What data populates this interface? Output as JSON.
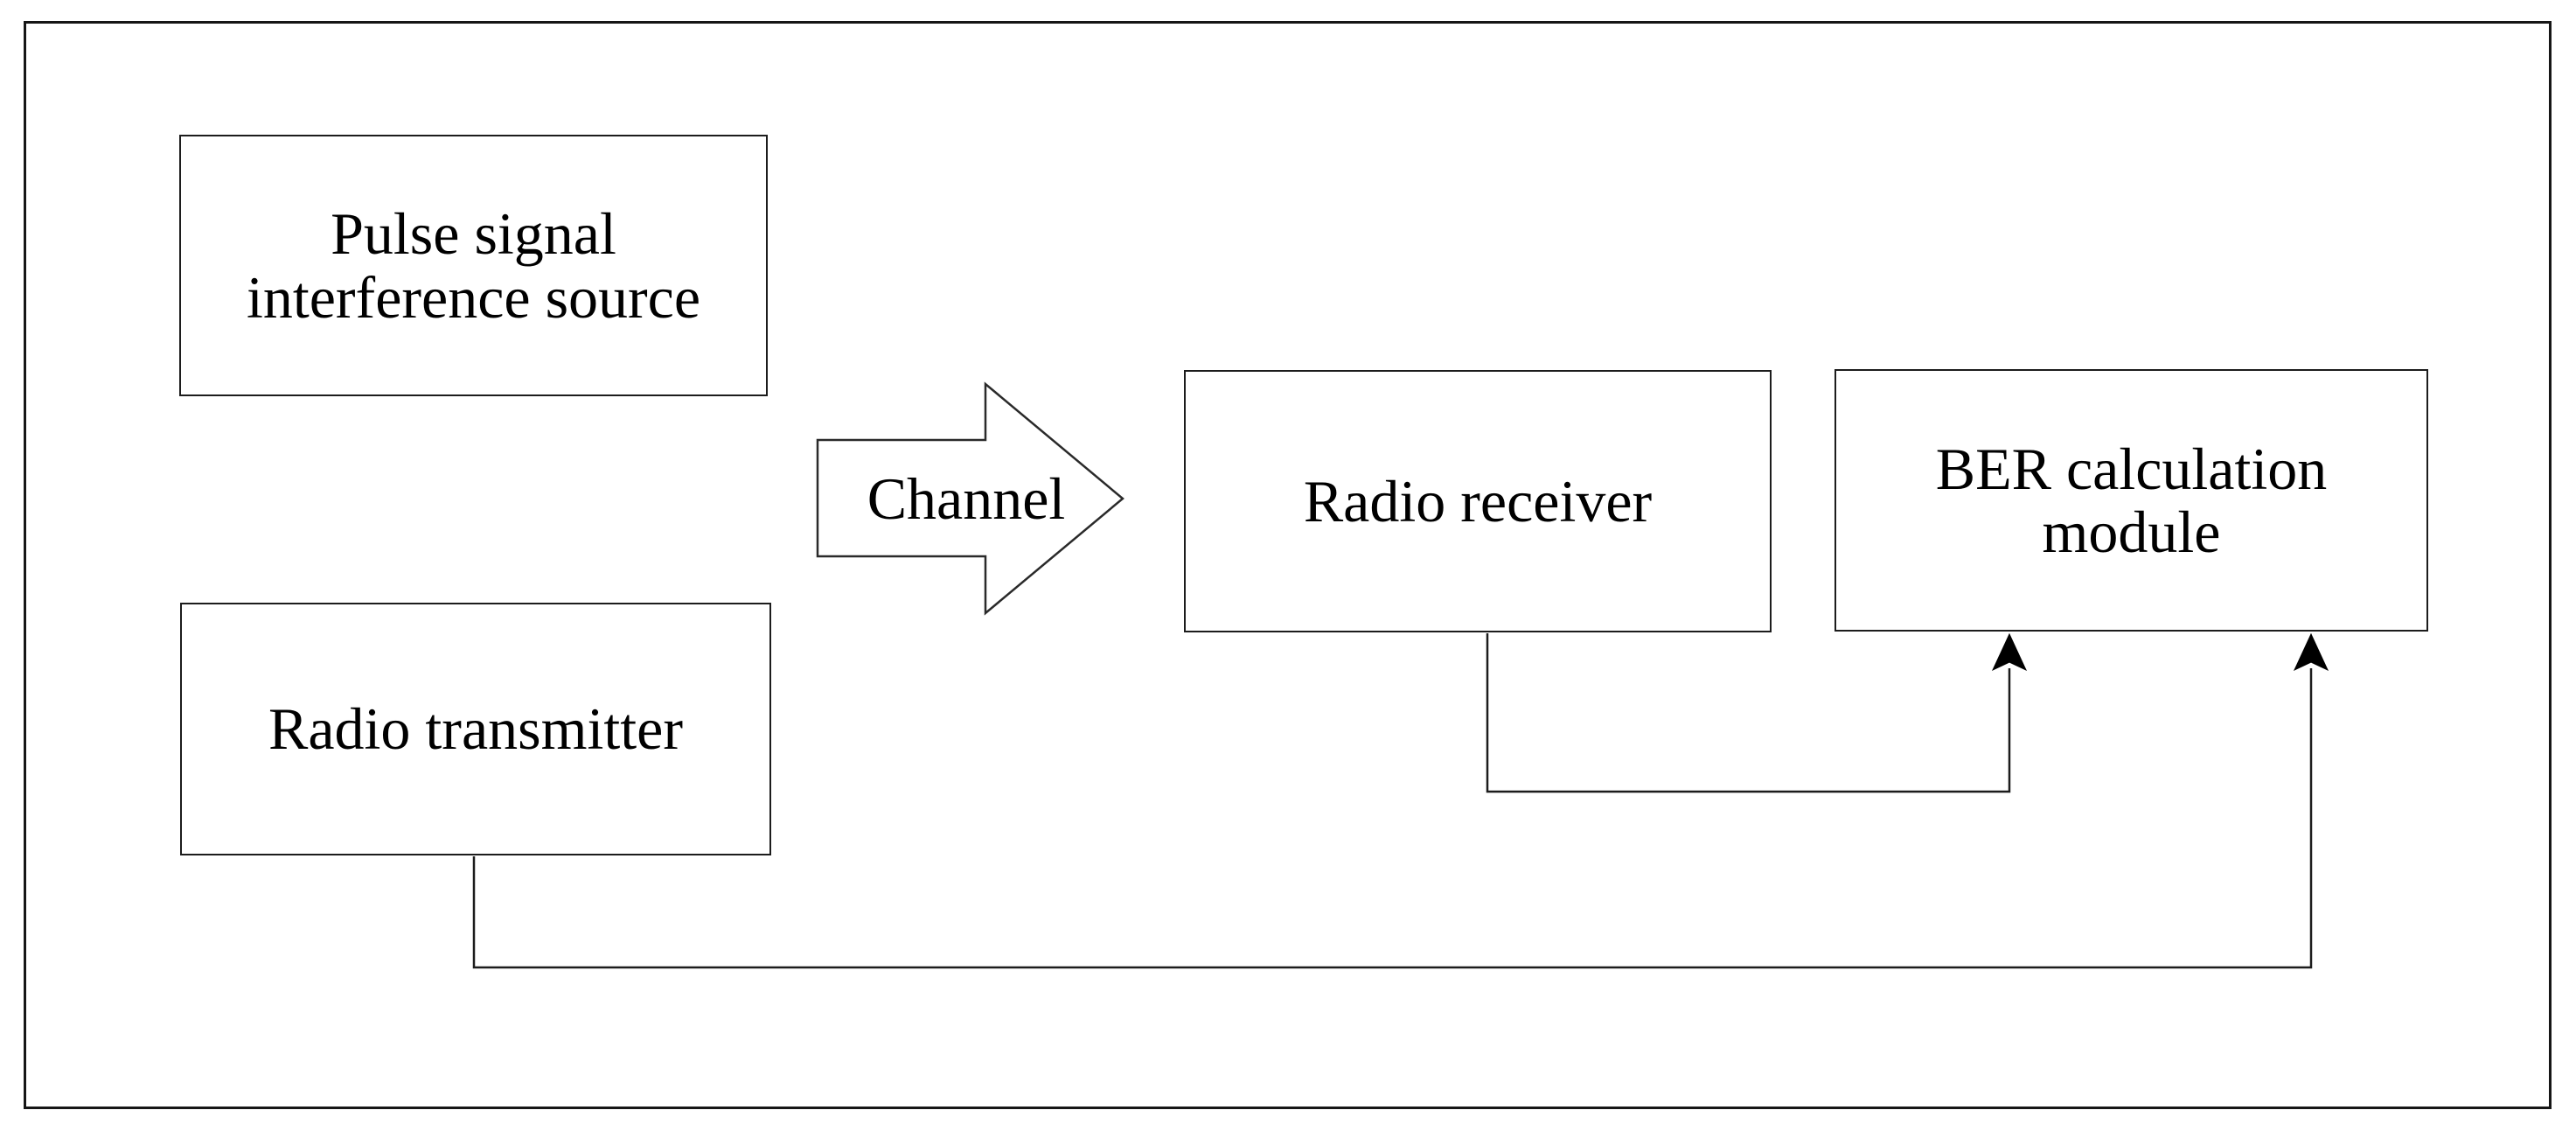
{
  "diagram": {
    "type": "block-diagram",
    "colors": {
      "background": "#ffffff",
      "box_fill": "#ffffff",
      "line": "#1c1c1c",
      "text": "#000000"
    },
    "nodes": {
      "pulse_source": {
        "lines": [
          "Pulse signal",
          "interference source"
        ]
      },
      "radio_transmitter": {
        "lines": [
          "Radio transmitter"
        ]
      },
      "radio_receiver": {
        "lines": [
          "Radio receiver"
        ]
      },
      "ber_module": {
        "lines": [
          "BER calculation",
          "module"
        ]
      }
    },
    "channel": {
      "label": "Channel"
    },
    "connections": [
      {
        "from": "channel",
        "to": "radio_receiver",
        "style": "block-arrow-right"
      },
      {
        "from": "radio_receiver",
        "to": "ber_module",
        "style": "elbow-line-up-arrow"
      },
      {
        "from": "radio_transmitter",
        "to": "ber_module",
        "style": "elbow-line-up-arrow"
      }
    ]
  }
}
